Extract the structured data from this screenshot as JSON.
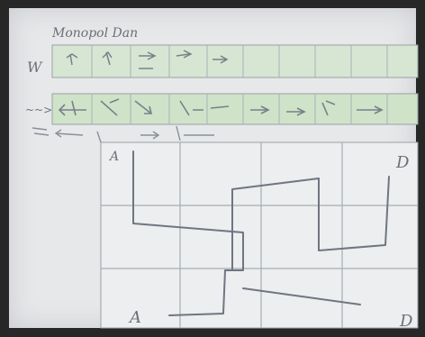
{
  "title": "Monopol Dan",
  "corner_labels": {
    "top_left": "A",
    "top_right": "D",
    "bottom_left": "A",
    "bottom_right": "D"
  },
  "row_labels": {
    "row1": "W",
    "row2": "~~>"
  },
  "colors": {
    "paper": "#e7e8ea",
    "ink": "#6b6f77",
    "strip_fill": "#cfe3c9",
    "grid_line": "#9aa0a8"
  }
}
